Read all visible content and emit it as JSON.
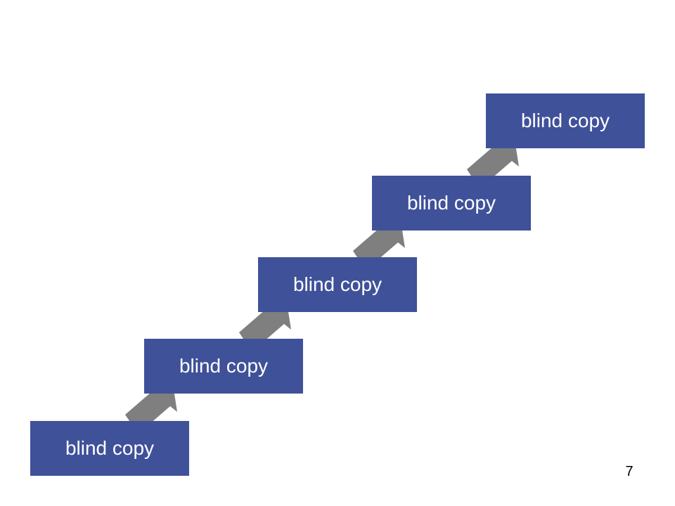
{
  "diagram": {
    "steps": [
      {
        "label": "blind copy"
      },
      {
        "label": "blind copy"
      },
      {
        "label": "blind copy"
      },
      {
        "label": "blind copy"
      },
      {
        "label": "blind copy"
      }
    ],
    "colors": {
      "box": "#3f5199",
      "box_text": "#ffffff",
      "arrow": "#7f7f7f"
    }
  },
  "page_number": "7"
}
